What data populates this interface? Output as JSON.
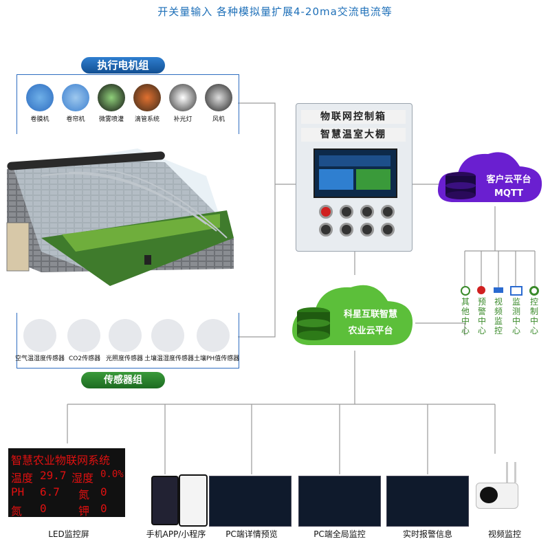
{
  "header": {
    "title": "开关量输入 各种模拟量扩展4-20ma交流电流等"
  },
  "actuators": {
    "group_label": "执行电机组",
    "items": [
      {
        "label": "卷膜机",
        "icon": "film-roller-icon"
      },
      {
        "label": "卷帘机",
        "icon": "curtain-roller-icon"
      },
      {
        "label": "微雾喷灌",
        "icon": "mist-sprinkler-icon"
      },
      {
        "label": "滴管系统",
        "icon": "drip-system-icon"
      },
      {
        "label": "补光灯",
        "icon": "grow-light-icon"
      },
      {
        "label": "风机",
        "icon": "fan-icon"
      }
    ]
  },
  "sensors": {
    "group_label": "传感器组",
    "items": [
      {
        "label": "空气温湿度传感器",
        "icon": "air-temp-humidity-sensor-icon"
      },
      {
        "label": "CO2传感器",
        "icon": "co2-sensor-icon"
      },
      {
        "label": "光照度传感器",
        "icon": "light-sensor-icon"
      },
      {
        "label": "土壤温湿度传感器",
        "icon": "soil-temp-humidity-sensor-icon"
      },
      {
        "label": "土壤PH值传感器",
        "icon": "soil-ph-sensor-icon"
      }
    ]
  },
  "control_box": {
    "title": "物联网控制箱",
    "subtitle": "智慧温室大棚"
  },
  "customer_cloud": {
    "line1": "客户云平台",
    "line2": "MQTT"
  },
  "agri_cloud": {
    "line1": "科星互联智慧",
    "line2": "农业云平台"
  },
  "centers": [
    {
      "label": "其他中心",
      "icon": "gear-icon",
      "color": "#3a8a2a"
    },
    {
      "label": "预警中心",
      "icon": "alert-icon",
      "color": "#d02020"
    },
    {
      "label": "视频监控",
      "icon": "camera-icon",
      "color": "#2a6ad0"
    },
    {
      "label": "监测中心",
      "icon": "monitor-icon",
      "color": "#2a6ad0"
    },
    {
      "label": "控制中心",
      "icon": "target-icon",
      "color": "#3a8a2a"
    }
  ],
  "led": {
    "title": "智慧农业物联网系统",
    "temp_label": "温度",
    "temp_value": "29.7",
    "hum_label": "湿度",
    "hum_value": "0.0%",
    "ph_label": "PH",
    "ph_value": "6.7",
    "n_label": "氮",
    "n_value": "0",
    "p_label": "氮",
    "p_value": "0",
    "k_label": "钾",
    "k_value": "0"
  },
  "outputs": [
    {
      "label": "LED监控屏"
    },
    {
      "label": "手机APP/小程序"
    },
    {
      "label": "PC端详情预览"
    },
    {
      "label": "PC端全局监控"
    },
    {
      "label": "实时报警信息"
    },
    {
      "label": "视频监控"
    }
  ]
}
